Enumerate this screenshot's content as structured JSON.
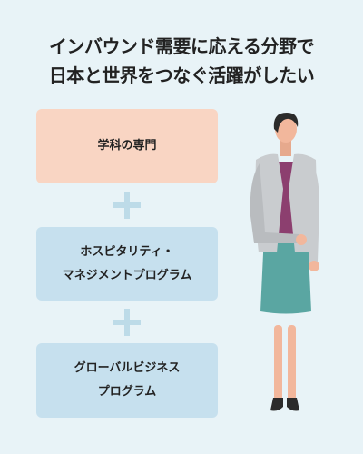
{
  "headline": {
    "line1": "インバウンド需要に応える分野で",
    "line2": "日本と世界をつなぐ活躍がしたい"
  },
  "cards": [
    {
      "lines": [
        "学科の専門"
      ],
      "color": "#f9d5c3"
    },
    {
      "lines": [
        "ホスピタリティ・",
        "マネジメントプログラム"
      ],
      "color": "#c6e0ee"
    },
    {
      "lines": [
        "グローバルビジネス",
        "プログラム"
      ],
      "color": "#c6e0ee"
    }
  ],
  "plus_icons": [
    "plus-icon",
    "plus-icon"
  ],
  "illustration": {
    "icon": "businesswoman-illustration",
    "colors": {
      "jacket": "#c9cccf",
      "top": "#8c3f6f",
      "skirt": "#5aa6a2",
      "skin": "#f2b79c",
      "hair": "#2b2b2b"
    }
  },
  "colors": {
    "background": "#e8f3f7",
    "text": "#222222",
    "plus": "#bddbe8"
  }
}
